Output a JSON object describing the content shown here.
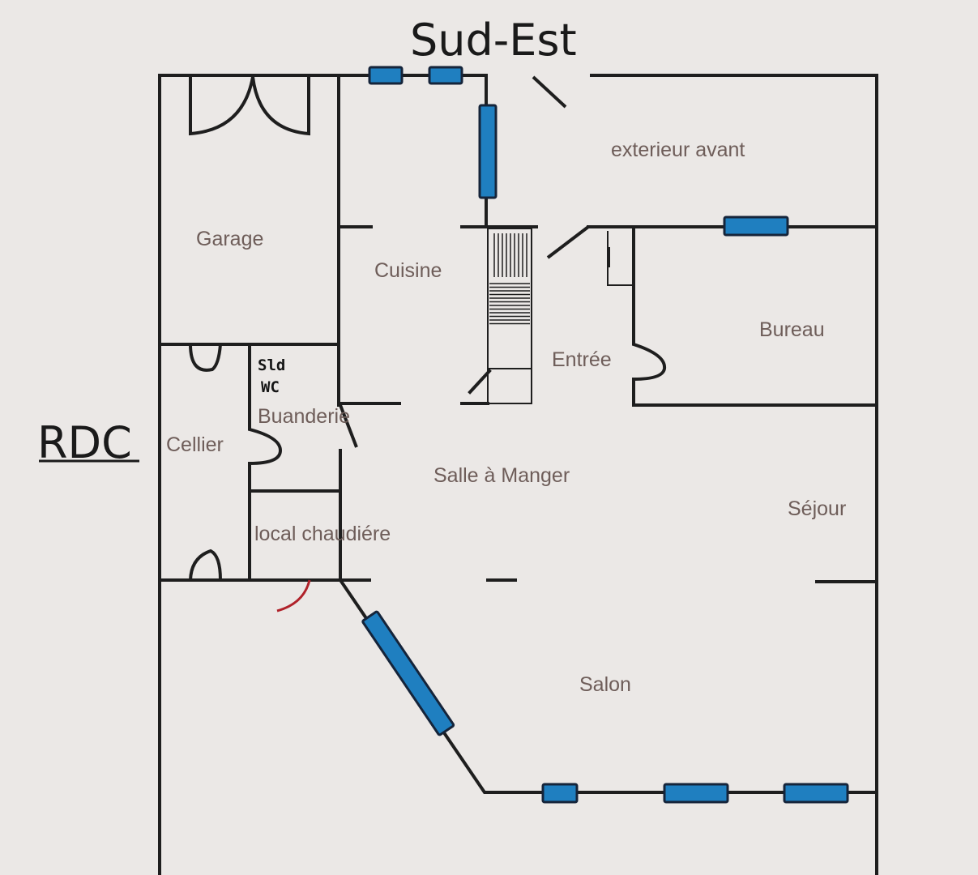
{
  "plan": {
    "orientation_label": "Sud-Est",
    "level_label": "RDC",
    "rooms": {
      "exterieur": "exterieur avant",
      "garage": "Garage",
      "cuisine": "Cuisine",
      "bureau": "Bureau",
      "entree": "Entrée",
      "sld": "Sld",
      "wc": "WC",
      "buanderie": "Buanderie",
      "cellier": "Cellier",
      "salle_a_manger": "Salle à Manger",
      "sejour": "Séjour",
      "local_chaudiere": "local chaudiére",
      "salon": "Salon"
    },
    "colors": {
      "window": "#1f7fc0",
      "wall": "#1e1e1e",
      "label": "#6e5d59"
    }
  }
}
